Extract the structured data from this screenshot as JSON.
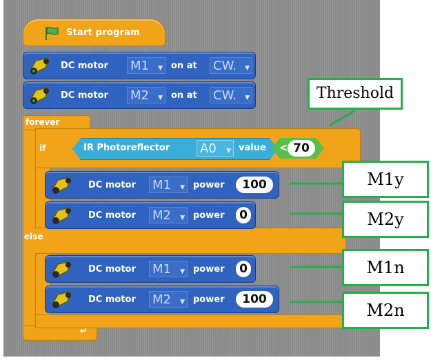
{
  "program": {
    "start_label": "Start program",
    "forever_label": "forever",
    "if_label": "if",
    "else_label": "else",
    "motor_on_blocks": [
      {
        "name": "DC motor",
        "motor": "M1",
        "on_at": "on at",
        "direction": "CW."
      },
      {
        "name": "DC motor",
        "motor": "M2",
        "on_at": "on at",
        "direction": "CW."
      }
    ],
    "condition": {
      "sensor_label": "IR Photoreflector",
      "port": "A0",
      "value_label": "value",
      "operator": "<",
      "threshold": "70"
    },
    "if_branch": [
      {
        "name": "DC motor",
        "motor": "M1",
        "power_label": "power",
        "power": "100"
      },
      {
        "name": "DC motor",
        "motor": "M2",
        "power_label": "power",
        "power": "0"
      }
    ],
    "else_branch": [
      {
        "name": "DC motor",
        "motor": "M1",
        "power_label": "power",
        "power": "0"
      },
      {
        "name": "DC motor",
        "motor": "M2",
        "power_label": "power",
        "power": "100"
      }
    ]
  },
  "annotations": {
    "threshold": "Threshold",
    "m1y": "M1y",
    "m2y": "M2y",
    "m1n": "M1n",
    "m2n": "M2n"
  },
  "colors": {
    "control": "#f2a418",
    "motor": "#2f63bf",
    "sensor": "#3aaed8",
    "operator": "#57c04a",
    "annotation": "#22b04a"
  }
}
